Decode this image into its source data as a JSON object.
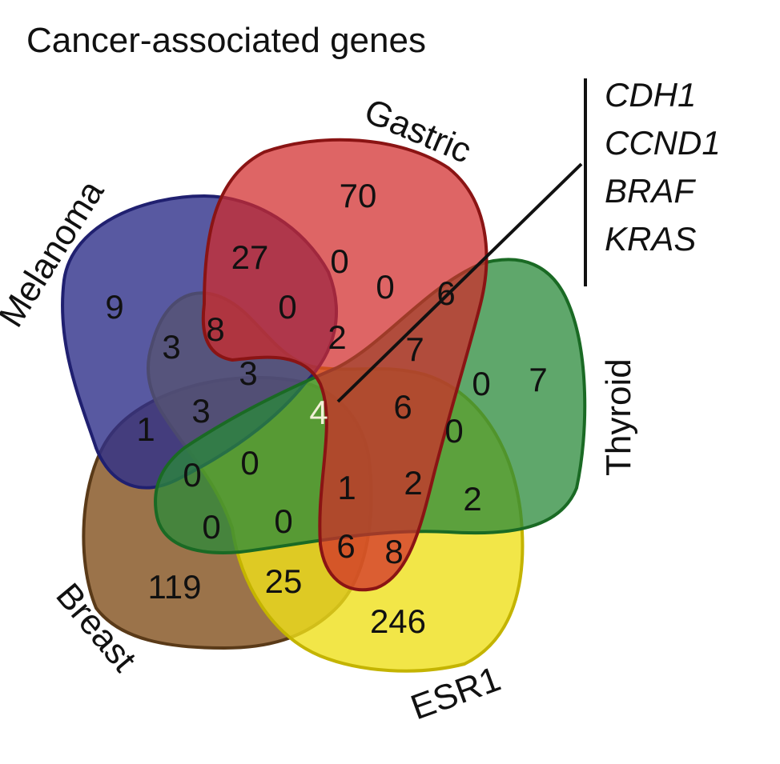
{
  "title": "Cancer-associated genes",
  "sets": [
    {
      "name": "Melanoma",
      "color": "#2e2f8a"
    },
    {
      "name": "Gastric",
      "color": "#d12a2a"
    },
    {
      "name": "Thyroid",
      "color": "#2a8a3a"
    },
    {
      "name": "ESR1",
      "color": "#efe01a"
    },
    {
      "name": "Breast",
      "color": "#8a5a2a"
    }
  ],
  "counts": [
    "9",
    "70",
    "7",
    "246",
    "119",
    "27",
    "0",
    "0",
    "6",
    "3",
    "8",
    "0",
    "2",
    "3",
    "7",
    "4",
    "0",
    "6",
    "0",
    "1",
    "3",
    "0",
    "0",
    "1",
    "2",
    "2",
    "0",
    "0",
    "25",
    "6",
    "8"
  ],
  "callout": {
    "genes": [
      "CDH1",
      "CCND1",
      "BRAF",
      "KRAS"
    ]
  }
}
